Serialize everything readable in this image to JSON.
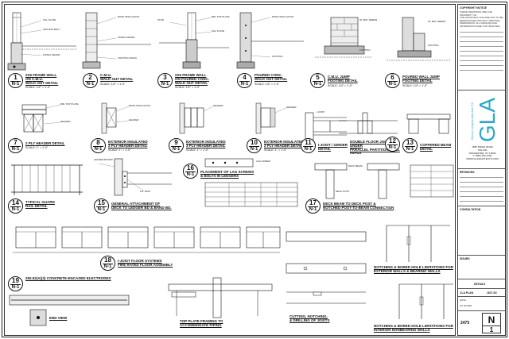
{
  "title_block": {
    "copyright_heading": "COPYRIGHT NOTICE",
    "copyright_text": "THESE DRAWINGS ARE THE PROPERTY OF\nTHE ARCHITECT AND ARE NOT TO BE\nREPRODUCED WITHOUT WRITTEN\nPERMISSION. ALL DESIGNS AND\nINFORMATION ARE COPYRIGHTED.",
    "logo_text": "GLA",
    "firm_name": "Greece Living Architecture P.C.",
    "address": "1555 RIDGE ROAD\nSTE 200\nROCHESTER, NY 14626\nT: (585) 392-1000\nwww.glarchitects.com",
    "revisions_heading": "REVISIONS",
    "consultation_heading": "CONSULTATION",
    "issued_heading": "ISSUED",
    "sheet_name": "DETAILS",
    "drawn_label": "CLA PLAN",
    "job_label": "1671 E2",
    "date_label": "DATE",
    "scale_label": "AS NOTED",
    "project_no": "2475",
    "sheet_no": "N",
    "sheet_index": "1"
  },
  "details": [
    {
      "num": "1",
      "sheet": "N-1",
      "title": "2X6 FRAME WALL\nON C.M.U.\nWALK OUT DETAIL",
      "scale": "SCALE: 1/2\" = 1'-0\""
    },
    {
      "num": "2",
      "sheet": "N-1",
      "title": "C.M.U.\nWALK OUT DETAIL",
      "scale": "SCALE: 1/2\" = 1'-0\""
    },
    {
      "num": "3",
      "sheet": "N-1",
      "title": "2X6 FRAME WALL\nON POURED CONC.\nWALK OUT DETAIL",
      "scale": "SCALE: 1/2\" = 1'-0\""
    },
    {
      "num": "4",
      "sheet": "N-1",
      "title": "POURED CONC.\nWALK OUT DETAIL",
      "scale": "SCALE: 1/2\" = 1'-0\""
    },
    {
      "num": "5",
      "sheet": "N-1",
      "title": "C.M.U. JUMP\nFOOTING DETAIL",
      "scale": "SCALE: 1/4\" = 1'-0\""
    },
    {
      "num": "6",
      "sheet": "N-1",
      "title": "POURED WALL JUMP\nFOOTING DETAIL",
      "scale": "SCALE: 1/4\" = 1'-0\""
    },
    {
      "num": "7",
      "sheet": "N-1",
      "title": "2 PLY HEADER DETAIL",
      "scale": "SCALE: 1\" = 1'-0\""
    },
    {
      "num": "8",
      "sheet": "N-1",
      "title": "EXTERIOR INSULATED\n2 PLY HEADER DETAIL",
      "scale": "SCALE: 1\" = 1'-0\""
    },
    {
      "num": "9",
      "sheet": "N-1",
      "title": "EXTERIOR INSULATED\n3 PLY HEADER DETAIL",
      "scale": "SCALE: 1\" = 1'-0\""
    },
    {
      "num": "10",
      "sheet": "N-1",
      "title": "EXTERIOR INSULATED\n2 PLY HEADER DETAIL",
      "scale": "SCALE: 1\" = 1'-0\""
    },
    {
      "num": "11",
      "sheet": "N-1",
      "title": "I-JOIST / GIRDER DETAIL",
      "scale": ""
    },
    {
      "num": "12",
      "sheet": "N-1",
      "title": "DOUBLE FLOOR JOISTS UNDER\nPARALLEL PARTITION WALL DETAIL",
      "scale": ""
    },
    {
      "num": "13",
      "sheet": "N-1",
      "title": "COFFERED BEAM DETAIL",
      "scale": ""
    },
    {
      "num": "14",
      "sheet": "N-1",
      "title": "TYPICAL GUARD\nRAIL DETAIL",
      "scale": ""
    },
    {
      "num": "15",
      "sheet": "N-1",
      "title": "GENERAL ATTACHMENT OF\nDECK TO LEDGER BD & BAND BD.",
      "scale": ""
    },
    {
      "num": "16",
      "sheet": "N-1",
      "title": "PLACEMENT OF LAG SCREWS\n& BOLTS IN LEDGERS",
      "scale": ""
    },
    {
      "num": "17",
      "sheet": "N-1",
      "title": "DECK BEAM TO DECK POST &\nNOTCHED POST-TO-BEAM CONNECTION",
      "scale": ""
    },
    {
      "num": "18",
      "sheet": "N-1",
      "title": "I-JOIST FLOOR SYSTEMS\nFIRE RATED FLOOR ASSEMBLY",
      "scale": ""
    },
    {
      "num": "19",
      "sheet": "N-1",
      "title": "250.52(A)(3) CONCRETE-ENCASED ELECTRODES",
      "scale": ""
    }
  ],
  "labels": {
    "end_view": "END VIEW",
    "top_plate": "TOP PLATE FRAMING TO\nACCOMMODATE PIPING",
    "cutting": "CUTTING, NOTCHING,\n& DRILLING OF JOISTS",
    "notch_exterior": "NOTCHING & BORED HOLE LIMITATIONS FOR\nEXTERIOR WALLS & BEARING WALLS",
    "notch_interior": "NOTCHING & BORED HOLE LIMITATIONS FOR\nINTERIOR NONBEARING WALLS",
    "rebar": "20' MIN. REBAR",
    "footing": "FOOTING",
    "sill": "SILL PLATE",
    "anchor": "ANCHOR BOLT",
    "insulation": "RIGID INSULATION",
    "grade": "FINISH GRADE",
    "drain": "FOOTING DRAIN",
    "plate": "DBL TOP PLATE",
    "header": "HEADER",
    "joist": "I-JOIST",
    "ledger": "LEDGER BOARD",
    "post": "DECK POST",
    "beam": "DECK BEAM",
    "stud": "STUD",
    "bolt": "1/2\" BOLT",
    "lag": "LAG SCREW"
  }
}
